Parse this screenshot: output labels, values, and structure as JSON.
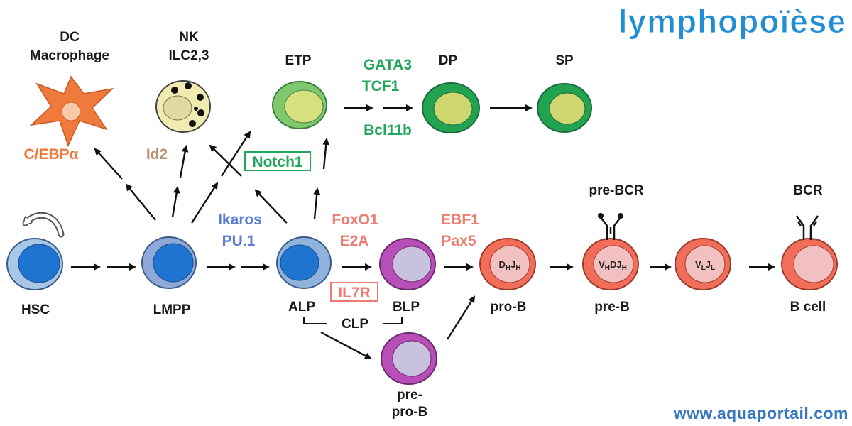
{
  "header": {
    "title": "lymphopoïèse"
  },
  "footer": {
    "url": "www.aquaportail.com"
  },
  "colors": {
    "title": "#1f8ed6",
    "url": "#3577c2",
    "orange": "#f07a3c",
    "tan": "#b8906e",
    "green": "#22a65a",
    "blue": "#5a7ed0",
    "salmon": "#ee7c72"
  },
  "cells": {
    "hsc": "HSC",
    "lmpp": "LMPP",
    "alp": "ALP",
    "blp": "BLP",
    "clp": "CLP",
    "pre_pro_b_line1": "pre-",
    "pre_pro_b_line2": "pro-B",
    "pro_b": "pro-B",
    "pre_b": "pre-B",
    "b_cell": "B cell",
    "dc_line1": "DC",
    "dc_line2": "Macrophage",
    "nk_line1": "NK",
    "nk_line2": "ILC2,3",
    "etp": "ETP",
    "dp": "DP",
    "sp": "SP",
    "pre_bcr": "pre-BCR",
    "bcr": "BCR"
  },
  "factors": {
    "cebpa": "C/EBPα",
    "id2": "Id2",
    "notch1": "Notch1",
    "gata3": "GATA3",
    "tcf1": "TCF1",
    "bcl11b": "Bcl11b",
    "ikaros": "Ikaros",
    "pu1": "PU.1",
    "foxo1": "FoxO1",
    "e2a": "E2A",
    "il7r": "IL7R",
    "ebf1": "EBF1",
    "pax5": "Pax5"
  },
  "gene_segments": {
    "pro_b": {
      "a": "D",
      "a_sub": "H",
      "b": "J",
      "b_sub": "H"
    },
    "pre_b": {
      "a": "V",
      "a_sub": "H",
      "b": "DJ",
      "b_sub": "H"
    },
    "b_cell": {
      "a": "V",
      "a_sub": "L",
      "b": "J",
      "b_sub": "L"
    }
  }
}
